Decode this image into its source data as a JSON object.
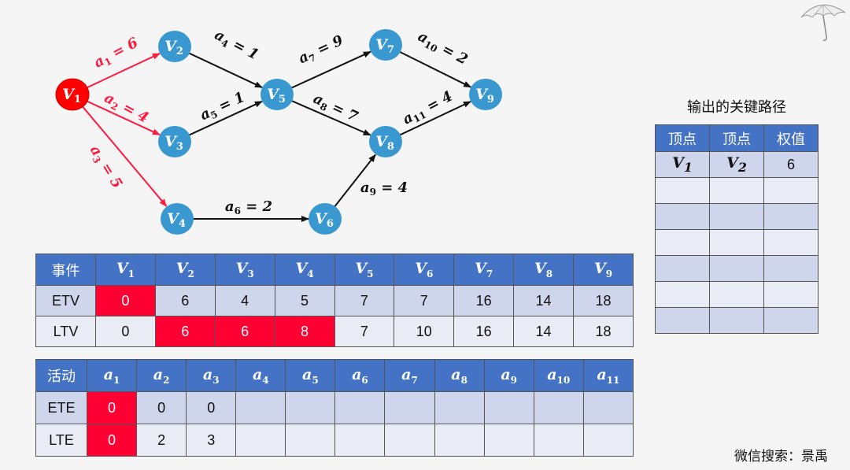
{
  "graph": {
    "nodes": [
      {
        "id": "V1",
        "label": "V",
        "sub": "1",
        "highlight": true
      },
      {
        "id": "V2",
        "label": "V",
        "sub": "2"
      },
      {
        "id": "V3",
        "label": "V",
        "sub": "3"
      },
      {
        "id": "V4",
        "label": "V",
        "sub": "4"
      },
      {
        "id": "V5",
        "label": "V",
        "sub": "5"
      },
      {
        "id": "V6",
        "label": "V",
        "sub": "6"
      },
      {
        "id": "V7",
        "label": "V",
        "sub": "7"
      },
      {
        "id": "V8",
        "label": "V",
        "sub": "8"
      },
      {
        "id": "V9",
        "label": "V",
        "sub": "9"
      }
    ],
    "edges": [
      {
        "from": "V1",
        "to": "V2",
        "name": "a",
        "sub": "1",
        "weight": "6",
        "highlight": true
      },
      {
        "from": "V1",
        "to": "V3",
        "name": "a",
        "sub": "2",
        "weight": "4",
        "highlight": true
      },
      {
        "from": "V1",
        "to": "V4",
        "name": "a",
        "sub": "3",
        "weight": "5",
        "highlight": true
      },
      {
        "from": "V2",
        "to": "V5",
        "name": "a",
        "sub": "4",
        "weight": "1"
      },
      {
        "from": "V3",
        "to": "V5",
        "name": "a",
        "sub": "5",
        "weight": "1"
      },
      {
        "from": "V4",
        "to": "V6",
        "name": "a",
        "sub": "6",
        "weight": "2"
      },
      {
        "from": "V5",
        "to": "V7",
        "name": "a",
        "sub": "7",
        "weight": "9"
      },
      {
        "from": "V5",
        "to": "V8",
        "name": "a",
        "sub": "8",
        "weight": "7"
      },
      {
        "from": "V6",
        "to": "V8",
        "name": "a",
        "sub": "9",
        "weight": "4"
      },
      {
        "from": "V7",
        "to": "V9",
        "name": "a",
        "sub": "10",
        "weight": "2"
      },
      {
        "from": "V8",
        "to": "V9",
        "name": "a",
        "sub": "11",
        "weight": "4"
      }
    ],
    "colors": {
      "node": "#3a98d0",
      "highlight": "#ff0000",
      "edge": "#111111",
      "highlight_edge": "#ff1a40"
    }
  },
  "event_table": {
    "header_label": "事件",
    "columns": [
      "V1",
      "V2",
      "V3",
      "V4",
      "V5",
      "V6",
      "V7",
      "V8",
      "V9"
    ],
    "rows": [
      {
        "label": "ETV",
        "values": [
          "0",
          "6",
          "4",
          "5",
          "7",
          "7",
          "16",
          "14",
          "18"
        ],
        "red": [
          0
        ]
      },
      {
        "label": "LTV",
        "values": [
          "0",
          "6",
          "6",
          "8",
          "7",
          "10",
          "16",
          "14",
          "18"
        ],
        "red": [
          1,
          2,
          3
        ]
      }
    ]
  },
  "activity_table": {
    "header_label": "活动",
    "columns": [
      "a1",
      "a2",
      "a3",
      "a4",
      "a5",
      "a6",
      "a7",
      "a8",
      "a9",
      "a10",
      "a11"
    ],
    "rows": [
      {
        "label": "ETE",
        "values": [
          "0",
          "0",
          "0",
          "",
          "",
          "",
          "",
          "",
          "",
          "",
          ""
        ],
        "red": [
          0
        ]
      },
      {
        "label": "LTE",
        "values": [
          "0",
          "2",
          "3",
          "",
          "",
          "",
          "",
          "",
          "",
          "",
          ""
        ],
        "red": [
          0
        ]
      }
    ]
  },
  "critical_path": {
    "title": "输出的关键路径",
    "headers": [
      "顶点",
      "顶点",
      "权值"
    ],
    "rows": [
      [
        "V1",
        "V2",
        "6"
      ],
      [
        "",
        "",
        ""
      ],
      [
        "",
        "",
        ""
      ],
      [
        "",
        "",
        ""
      ],
      [
        "",
        "",
        ""
      ],
      [
        "",
        "",
        ""
      ],
      [
        "",
        "",
        ""
      ]
    ]
  },
  "footer": "微信搜索：景禹",
  "decor": {
    "umbrella": "umbrella-icon"
  }
}
